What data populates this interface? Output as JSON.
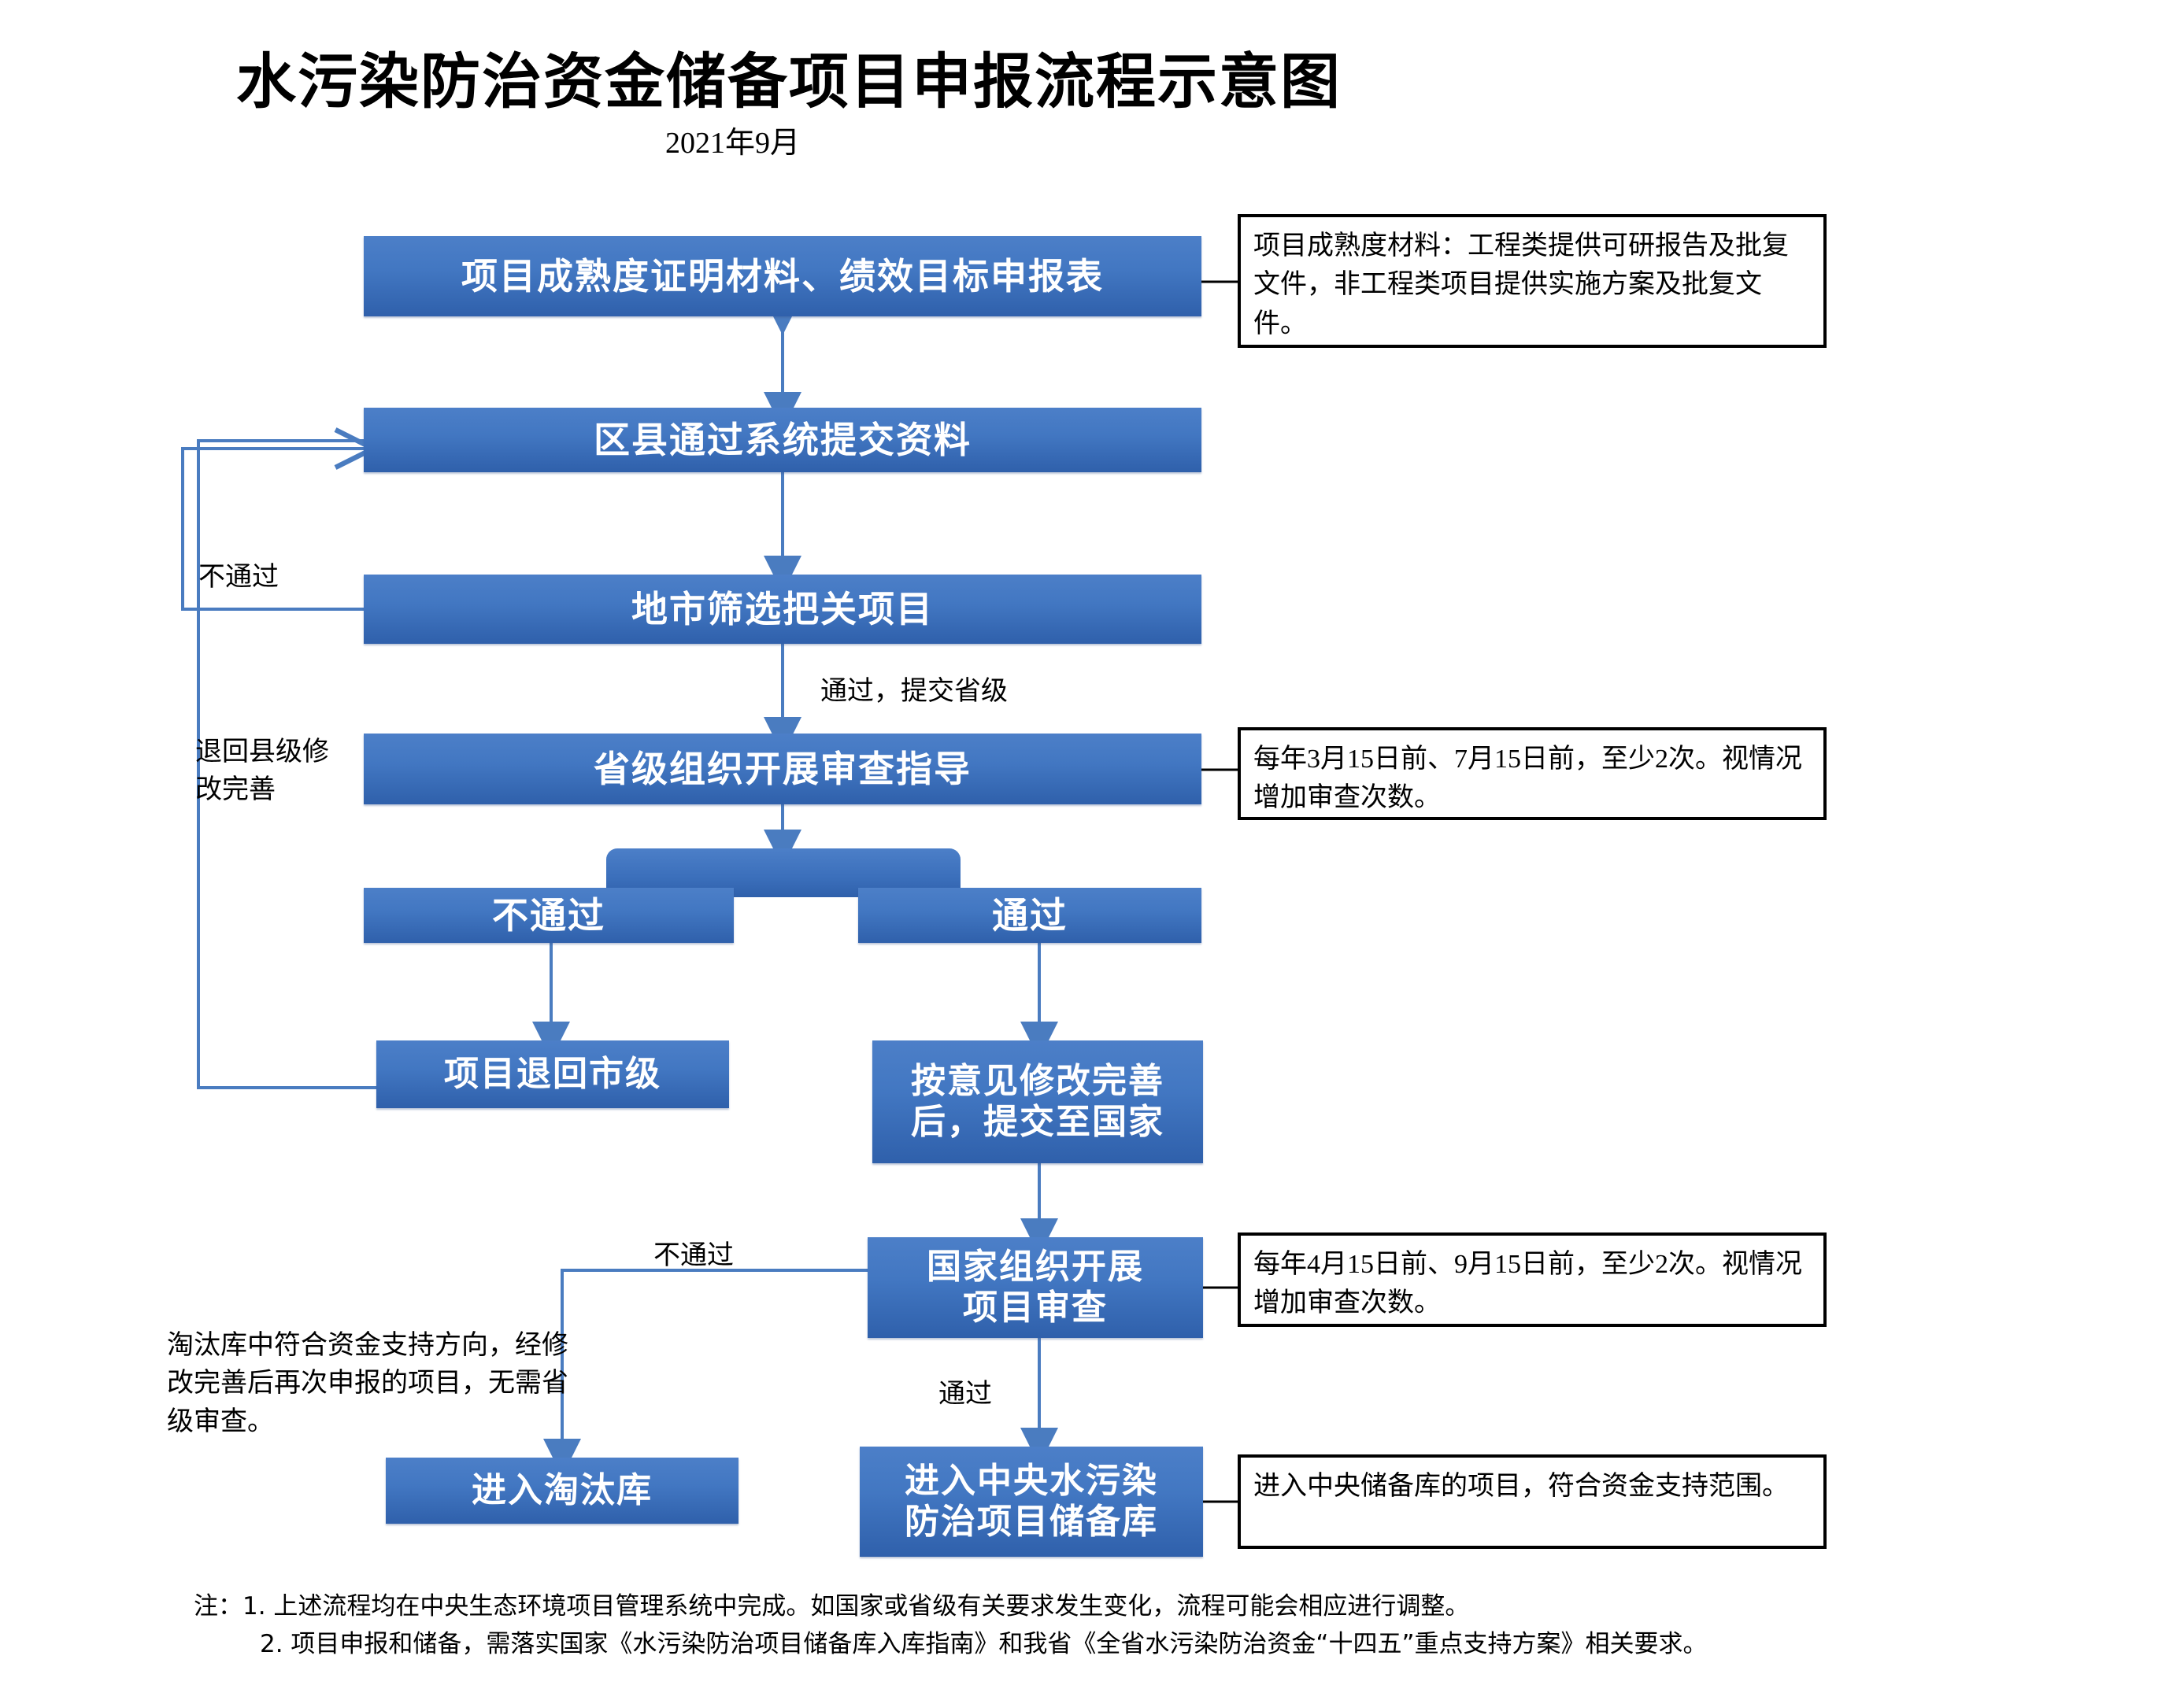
{
  "header": {
    "title": "水污染防治资金储备项目申报流程示意图",
    "subtitle": "2021年9月"
  },
  "colors": {
    "box_fill_top": "#4c7fc8",
    "box_fill_bottom": "#2f60ab",
    "box_text": "#ffffff",
    "connector": "#4a7cc0",
    "note_border": "#000000",
    "page_background": "#ffffff"
  },
  "nodes": {
    "n1": {
      "label": "项目成熟度证明材料、绩效目标申报表"
    },
    "n2": {
      "label": "区县通过系统提交资料"
    },
    "n3": {
      "label": "地市筛选把关项目"
    },
    "n4": {
      "label": "省级组织开展审查指导"
    },
    "n5": {
      "label": "不通过"
    },
    "n6": {
      "label": "通过"
    },
    "n7": {
      "label": "项目退回市级"
    },
    "n8": {
      "label": "按意见修改完善\n后，提交至国家"
    },
    "n9": {
      "label": "国家组织开展\n项目审查"
    },
    "n10": {
      "label": "进入淘汰库"
    },
    "n11": {
      "label": "进入中央水污染\n防治项目储备库"
    }
  },
  "edge_labels": {
    "e_fail_city": "不通过",
    "e_pass_province": "通过，提交省级",
    "e_return_county": "退回县级修\n改完善",
    "e_fail_national": "不通过",
    "e_pass_national": "通过"
  },
  "notes": {
    "note1": "项目成熟度材料：工程类提供可研报告及批复文件，非工程类项目提供实施方案及批复文件。",
    "note2": "每年3月15日前、7月15日前，至少2次。视情况增加审查次数。",
    "note3": "每年4月15日前、9月15日前，至少2次。视情况增加审查次数。",
    "note4": "进入中央储备库的项目，符合资金支持范围。",
    "note_eliminated": "淘汰库中符合资金支持方向，经修改完善后再次申报的项目，无需省级审查。"
  },
  "footer": {
    "line1": "注：1. 上述流程均在中央生态环境项目管理系统中完成。如国家或省级有关要求发生变化，流程可能会相应进行调整。",
    "line2": "2. 项目申报和储备，需落实国家《水污染防治项目储备库入库指南》和我省《全省水污染防治资金“十四五”重点支持方案》相关要求。"
  }
}
